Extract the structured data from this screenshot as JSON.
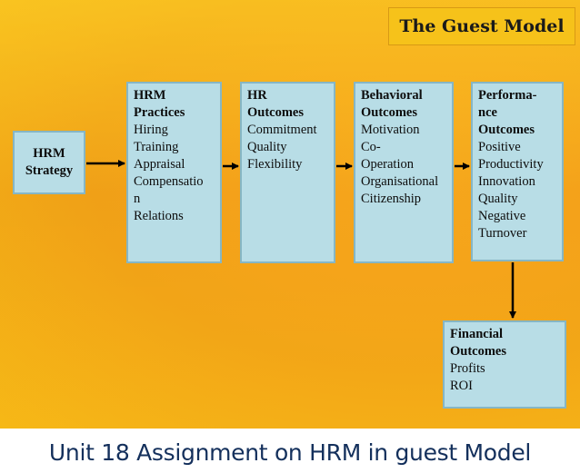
{
  "title": "The Guest Model",
  "caption": "Unit 18 Assignment on HRM in guest Model",
  "boxes": {
    "strategy": {
      "head": [
        "HRM",
        "Strategy"
      ]
    },
    "practices": {
      "head": [
        "HRM",
        "Practices"
      ],
      "items": [
        "Hiring",
        "Training",
        "Appraisal",
        "Compensatio",
        "n",
        "Relations"
      ]
    },
    "hr": {
      "head": [
        "HR",
        "Outcomes"
      ],
      "items": [
        "Commitment",
        "Quality",
        "Flexibility"
      ]
    },
    "behavioral": {
      "head": [
        "Behavioral",
        "Outcomes"
      ],
      "items": [
        "Motivation",
        "Co-",
        "Operation",
        "Organisational",
        "Citizenship"
      ]
    },
    "performance": {
      "head": [
        "Performa-",
        "nce",
        "Outcomes"
      ],
      "items": [
        "Positive",
        "Productivity",
        "Innovation",
        "Quality",
        "Negative",
        "Turnover"
      ]
    },
    "financial": {
      "head": [
        "Financial",
        "Outcomes"
      ],
      "items": [
        "Profits",
        "ROI"
      ]
    }
  }
}
